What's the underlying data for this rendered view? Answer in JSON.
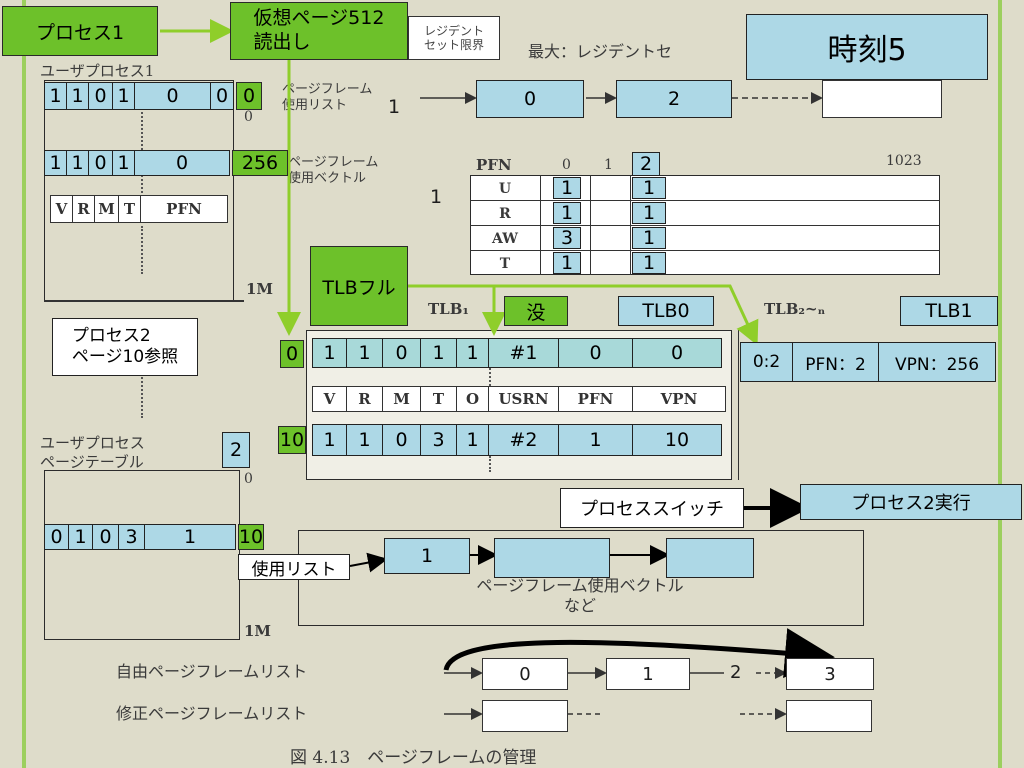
{
  "labels": {
    "process1": "プロセス1",
    "read512": "仮想ページ512\n読出し",
    "time": "時刻5",
    "tlb_full": "TLBフル",
    "old": "没",
    "tlb0": "TLB0",
    "tlb1": "TLB1",
    "process2_ref": "プロセス2\nページ10参照",
    "process_switch": "プロセススイッチ",
    "process2_run": "プロセス2実行",
    "used_list": "使用リスト"
  },
  "scan": {
    "resident_limit": "レジデント\nセット限界",
    "max_resident": "最大：レジデントセ",
    "user_process_1": "ユーザプロセス1",
    "user_process_pt": "ユーザプロセス\nページテーブル",
    "pf_used_list": "ページフレーム\n使用リスト",
    "pf_used_vector": "ページフレーム\n使用ベクトル",
    "pfn_header": "PFN",
    "col_0": "0",
    "col_1": "1",
    "col_1023": "1023",
    "row_labels": [
      "U",
      "R",
      "AW",
      "T"
    ],
    "pt_header": [
      "V",
      "R",
      "M",
      "T",
      "PFN"
    ],
    "tlb_header": [
      "V",
      "R",
      "M",
      "T",
      "O",
      "USRN",
      "PFN",
      "VPN"
    ],
    "tlb1_label": "TLB₁",
    "tlb2n_label": "TLB₂~ₙ",
    "zero_a": "0",
    "zero_b": "0",
    "one_m_a": "1M",
    "one_m_b": "1M",
    "lower_box_text": "ページフレーム使用ベクトル\nなど",
    "free_list": "自由ページフレームリスト",
    "modified_list": "修正ページフレームリスト",
    "figure_caption": "図 4.13　ページフレームの管理"
  },
  "pt_row1": {
    "cells": [
      "1",
      "1",
      "0",
      "1",
      "0",
      "0"
    ],
    "index": "0"
  },
  "pt_row2": {
    "cells": [
      "1",
      "1",
      "0",
      "1",
      "0"
    ],
    "index": "256"
  },
  "pt_row3": {
    "cells": [
      "0",
      "1",
      "0",
      "3",
      "1"
    ],
    "index": "10"
  },
  "used_list_nums": {
    "a": "1",
    "b": "1"
  },
  "used_chain": {
    "a": "0",
    "b": "2"
  },
  "vector": {
    "header_2": "2",
    "col1": [
      "1",
      "1",
      "3",
      "1"
    ],
    "col2": [
      "1",
      "1",
      "1",
      "1"
    ]
  },
  "tlb_row_old": {
    "index": "0",
    "cells": [
      "1",
      "1",
      "0",
      "1",
      "1",
      "#1",
      "0",
      "0"
    ]
  },
  "tlb_row_new": {
    "index": "10",
    "cells": [
      "1",
      "1",
      "0",
      "3",
      "1",
      "#2",
      "1",
      "10"
    ]
  },
  "tlb1_entry": {
    "cells": [
      "0:2",
      "PFN：2",
      "VPN：256"
    ]
  },
  "process2_pt_num": "2",
  "p2_used_list": {
    "first": "1"
  },
  "free_chain": {
    "a": "0",
    "b": "1",
    "c": "2",
    "d": "3"
  },
  "colors": {
    "green": "#6dc12a",
    "blue": "#add8e6",
    "arrow_green": "#8fce2a"
  }
}
